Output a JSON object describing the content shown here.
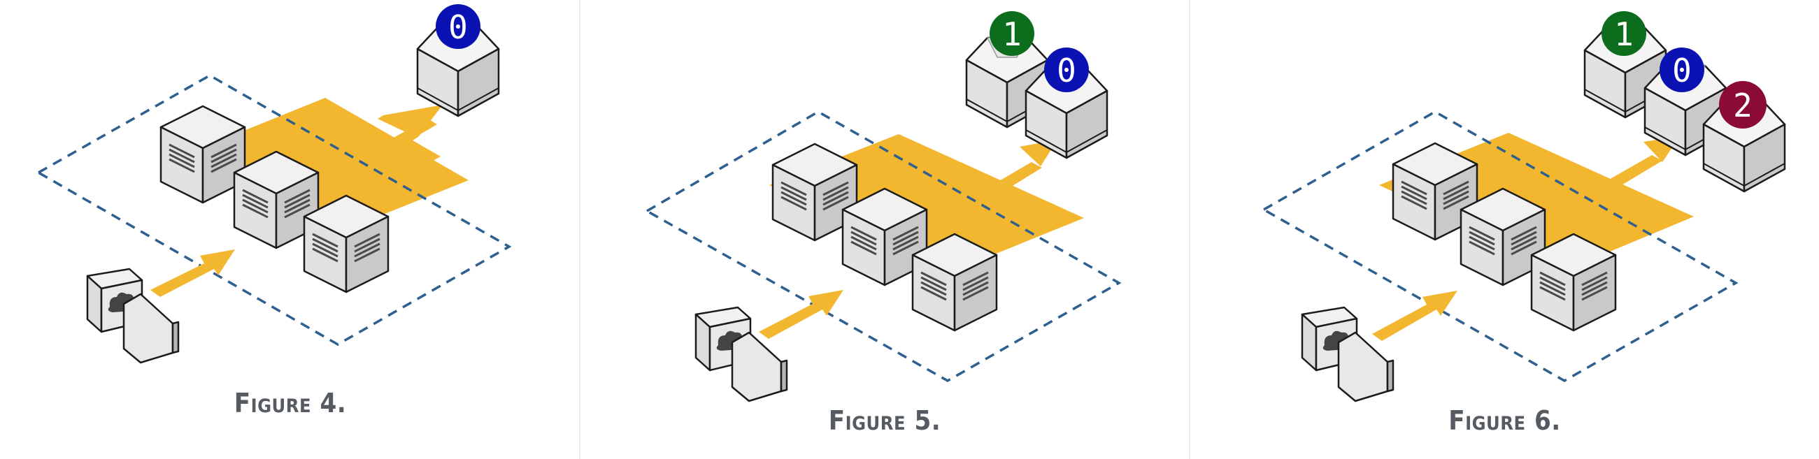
{
  "colors": {
    "arrow": "#f3b62f",
    "dashed_region": "#2d5f8f",
    "box_top": "#f1f1f1",
    "box_left": "#e2e2e2",
    "box_right": "#c9c9c9",
    "outline": "#1b1b1b",
    "badge_blue": "#0a12b4",
    "badge_green": "#0c6d1c",
    "badge_red": "#8c0a38",
    "caption": "#555b60"
  },
  "panels": [
    {
      "caption": "Figure 4.",
      "badges": [
        {
          "label": "0",
          "color": "blue"
        }
      ]
    },
    {
      "caption": "Figure 5.",
      "badges": [
        {
          "label": "1",
          "color": "green"
        },
        {
          "label": "0",
          "color": "blue"
        }
      ]
    },
    {
      "caption": "Figure 6.",
      "badges": [
        {
          "label": "1",
          "color": "green"
        },
        {
          "label": "0",
          "color": "blue"
        },
        {
          "label": "2",
          "color": "red"
        }
      ]
    }
  ]
}
